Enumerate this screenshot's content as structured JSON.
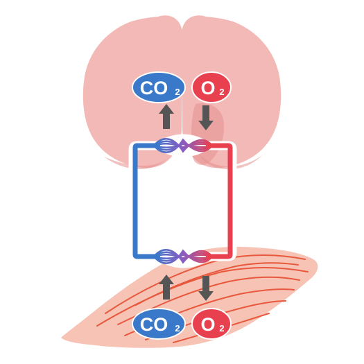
{
  "colors": {
    "lung": "#f3b9b6",
    "lung_shadow": "#e3918f",
    "muscle": "#f4b8a8",
    "muscle_stripes": "#e8583d",
    "deoxygenated_vessel": "#3a78c9",
    "oxygenated_vessel": "#e8404f",
    "capillary_mid": "#8a5cc2",
    "arrow": "#555555",
    "co2_badge": "#3a78c9",
    "o2_badge": "#e8404f"
  },
  "lungs": {
    "exhaled_gas": {
      "main": "CO",
      "subscript": "2"
    },
    "inhaled_gas": {
      "main": "O",
      "subscript": "2"
    },
    "exhaled_direction": "up",
    "inhaled_direction": "down"
  },
  "tissue": {
    "released_gas": {
      "main": "CO",
      "subscript": "2"
    },
    "delivered_gas": {
      "main": "O",
      "subscript": "2"
    },
    "released_direction": "up",
    "delivered_direction": "down"
  },
  "icons": {
    "lungs": "lungs-icon",
    "muscle": "muscle-tissue-icon",
    "capillary": "capillary-bed-icon",
    "arrow": "arrow-icon"
  }
}
